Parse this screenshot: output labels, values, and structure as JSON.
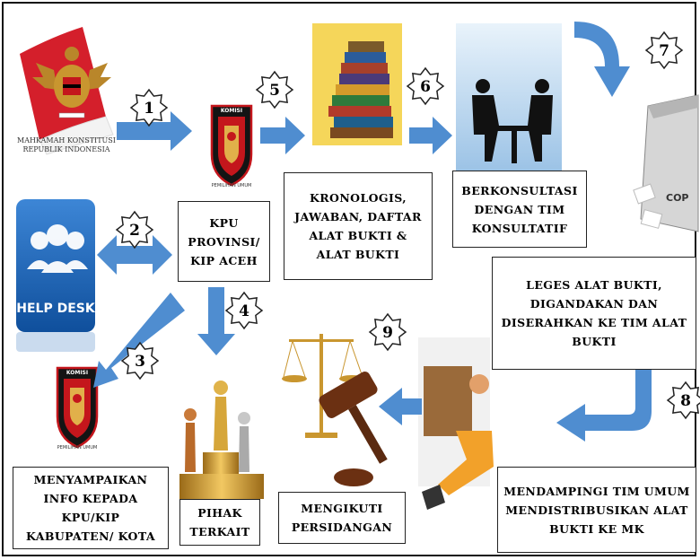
{
  "badges": [
    "1",
    "2",
    "3",
    "4",
    "5",
    "6",
    "7",
    "8",
    "9"
  ],
  "mk_logo": {
    "line1": "MAHKAMAH KONSTITUSI",
    "line2": "REPUBLIK INDONESIA"
  },
  "helpdesk": {
    "label": "HELP DESK"
  },
  "kpu_logo": {
    "top": "KOMISI",
    "bottom": "PEMILIHAN UMUM"
  },
  "copier": {
    "label": "COP"
  },
  "boxes": {
    "kpu_prov": [
      "KPU",
      "PROVINSI/",
      "KIP ACEH"
    ],
    "kronologis": [
      "KRONOLOGIS,",
      "JAWABAN, DAFTAR",
      "ALAT BUKTI &",
      "ALAT BUKTI"
    ],
    "konsultasi": [
      "BERKONSULTASI",
      "DENGAN TIM",
      "KONSULTATIF"
    ],
    "leges": [
      "LEGES ALAT BUKTI,",
      "DIGANDAKAN DAN",
      "DISERAHKAN KE TIM ALAT",
      "BUKTI"
    ],
    "menyampaikan": [
      "MENYAMPAIKAN",
      "INFO KEPADA",
      "KPU/KIP",
      "KABUPATEN/ KOTA"
    ],
    "pihak": [
      "PIHAK",
      "TERKAIT"
    ],
    "persidangan": [
      "MENGIKUTI",
      "PERSIDANGAN"
    ],
    "mendampingi": [
      "MENDAMPINGI TIM UMUM",
      "MENDISTRIBUSIKAN ALAT",
      "BUKTI KE MK"
    ]
  },
  "colors": {
    "arrow": "#4f8dd0",
    "red": "#c4161c",
    "gold": "#d8a43a",
    "text": "#000000"
  }
}
